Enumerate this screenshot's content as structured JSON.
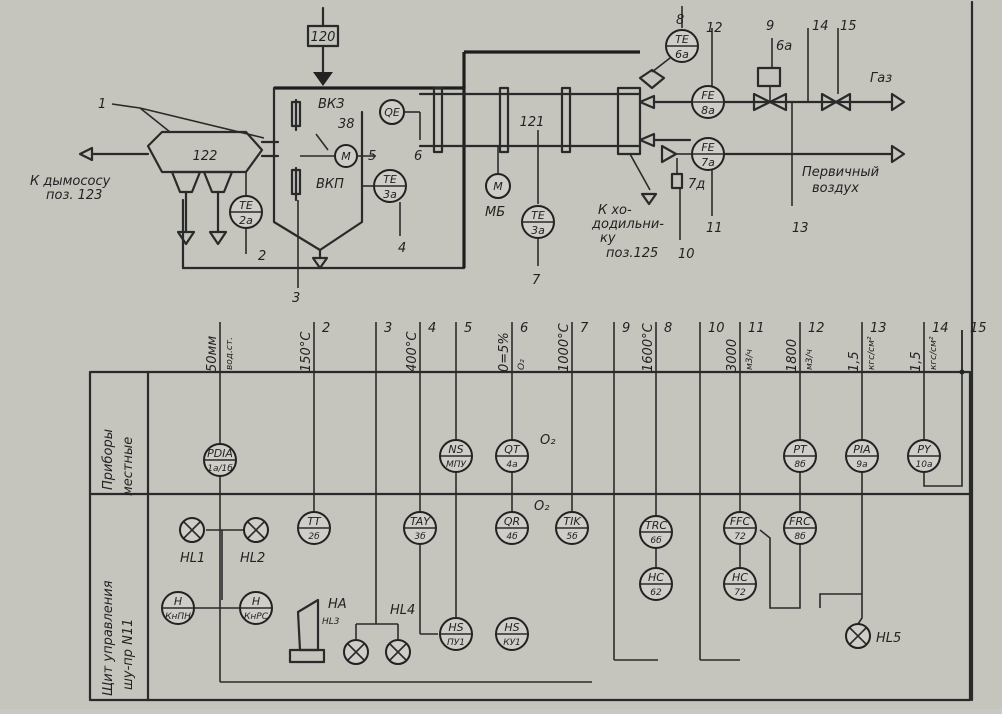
{
  "process": {
    "equipment": [
      {
        "id": "eq-122",
        "label": "122"
      },
      {
        "id": "eq-121",
        "label": "121"
      },
      {
        "id": "eq-120",
        "label": "120"
      },
      {
        "id": "eq-6a",
        "label": "6а"
      },
      {
        "id": "eq-7d",
        "label": "7д"
      },
      {
        "id": "eq-38",
        "label": "38"
      }
    ],
    "dampers": [
      {
        "id": "vkz",
        "label": "ВКЗ"
      },
      {
        "id": "vkp",
        "label": "ВКП"
      }
    ],
    "motors": [
      {
        "id": "m1",
        "label": "М"
      },
      {
        "id": "m2",
        "label": "М"
      }
    ],
    "motor_label_mb": "МБ",
    "texts": {
      "smoke_exhaust": "К дымососу",
      "smoke_exhaust_pos": "поз. 123",
      "gas": "Газ",
      "primary_air_1": "Первичный",
      "primary_air_2": "воздух",
      "cooler_1": "К хо-",
      "cooler_2": "додильни-",
      "cooler_3": "ку",
      "cooler_pos": "поз.125"
    },
    "sensors": [
      {
        "id": "te2a",
        "l1": "TE",
        "l2": "2а"
      },
      {
        "id": "qe",
        "l1": "QE",
        "l2": ""
      },
      {
        "id": "te3a_a",
        "l1": "TE",
        "l2": "3а"
      },
      {
        "id": "te3a_b",
        "l1": "TE",
        "l2": "3а"
      },
      {
        "id": "te6a",
        "l1": "TE",
        "l2": "6а"
      },
      {
        "id": "fe8a",
        "l1": "FE",
        "l2": "8а"
      },
      {
        "id": "fe7a",
        "l1": "FE",
        "l2": "7а"
      }
    ],
    "callouts": [
      "1",
      "2",
      "3",
      "4",
      "5",
      "6",
      "7",
      "8",
      "9",
      "10",
      "11",
      "12",
      "13",
      "14",
      "15"
    ]
  },
  "columns": [
    {
      "id": "c1",
      "value": "50мм",
      "unit": "вод.ст.",
      "num": ""
    },
    {
      "id": "c2",
      "value": "150°С",
      "unit": "",
      "num": "2"
    },
    {
      "id": "c3",
      "value": "",
      "unit": "",
      "num": "3"
    },
    {
      "id": "c4",
      "value": "400°С",
      "unit": "",
      "num": "4"
    },
    {
      "id": "c5",
      "value": "",
      "unit": "",
      "num": "5"
    },
    {
      "id": "c6",
      "value": "0=5%",
      "unit": "O₂",
      "num": "6"
    },
    {
      "id": "c7",
      "value": "1000°С",
      "unit": "",
      "num": "7"
    },
    {
      "id": "c9",
      "value": "",
      "unit": "",
      "num": "9"
    },
    {
      "id": "c8",
      "value": "1600°С",
      "unit": "",
      "num": "8"
    },
    {
      "id": "c10",
      "value": "",
      "unit": "",
      "num": "10"
    },
    {
      "id": "c11",
      "value": "3000",
      "unit": "м3/ч",
      "num": "11"
    },
    {
      "id": "c12",
      "value": "1800",
      "unit": "м3/ч",
      "num": "12"
    },
    {
      "id": "c13",
      "value": "1,5",
      "unit": "кгс/см²",
      "num": "13"
    },
    {
      "id": "c14",
      "value": "1,5",
      "unit": "кгс/см²",
      "num": "14"
    },
    {
      "id": "c15",
      "value": "",
      "unit": "",
      "num": "15"
    }
  ],
  "rows": {
    "local_1": "Приборы",
    "local_2": "местные",
    "panel_1": "Щит управления",
    "panel_2": "шу-пр N11"
  },
  "local_instruments": [
    {
      "id": "pdia",
      "l1": "PDIA",
      "l2": "1а/1б"
    },
    {
      "id": "ns",
      "l1": "NS",
      "l2": "МПУ"
    },
    {
      "id": "qt",
      "l1": "QT",
      "l2": "4а"
    },
    {
      "id": "pt",
      "l1": "PT",
      "l2": "8б"
    },
    {
      "id": "pia",
      "l1": "PIA",
      "l2": "9а"
    },
    {
      "id": "py",
      "l1": "PY",
      "l2": "10а"
    }
  ],
  "o2_labels": [
    "O₂",
    "O₂"
  ],
  "panel_instruments": [
    {
      "id": "tt",
      "l1": "TT",
      "l2": "2б"
    },
    {
      "id": "tay",
      "l1": "TAY",
      "l2": "3б"
    },
    {
      "id": "qr",
      "l1": "QR",
      "l2": "4б"
    },
    {
      "id": "tik",
      "l1": "TIK",
      "l2": "5б"
    },
    {
      "id": "trc",
      "l1": "TRC",
      "l2": "6б"
    },
    {
      "id": "ffc",
      "l1": "FFC",
      "l2": "72"
    },
    {
      "id": "frc",
      "l1": "FRC",
      "l2": "8б"
    },
    {
      "id": "hc62",
      "l1": "HC",
      "l2": "62"
    },
    {
      "id": "hc72",
      "l1": "HC",
      "l2": "72"
    },
    {
      "id": "hs1",
      "l1": "HS",
      "l2": "ПУ1"
    },
    {
      "id": "hs2",
      "l1": "HS",
      "l2": "КУ1"
    },
    {
      "id": "h1",
      "l1": "H",
      "l2": "КнПН"
    },
    {
      "id": "h2",
      "l1": "H",
      "l2": "КнРС"
    }
  ],
  "lamps": {
    "hl1": "HL1",
    "hl2": "HL2",
    "hl3": "HL3",
    "hl4": "HL4",
    "hl5": "HL5",
    "ha": "HA"
  }
}
